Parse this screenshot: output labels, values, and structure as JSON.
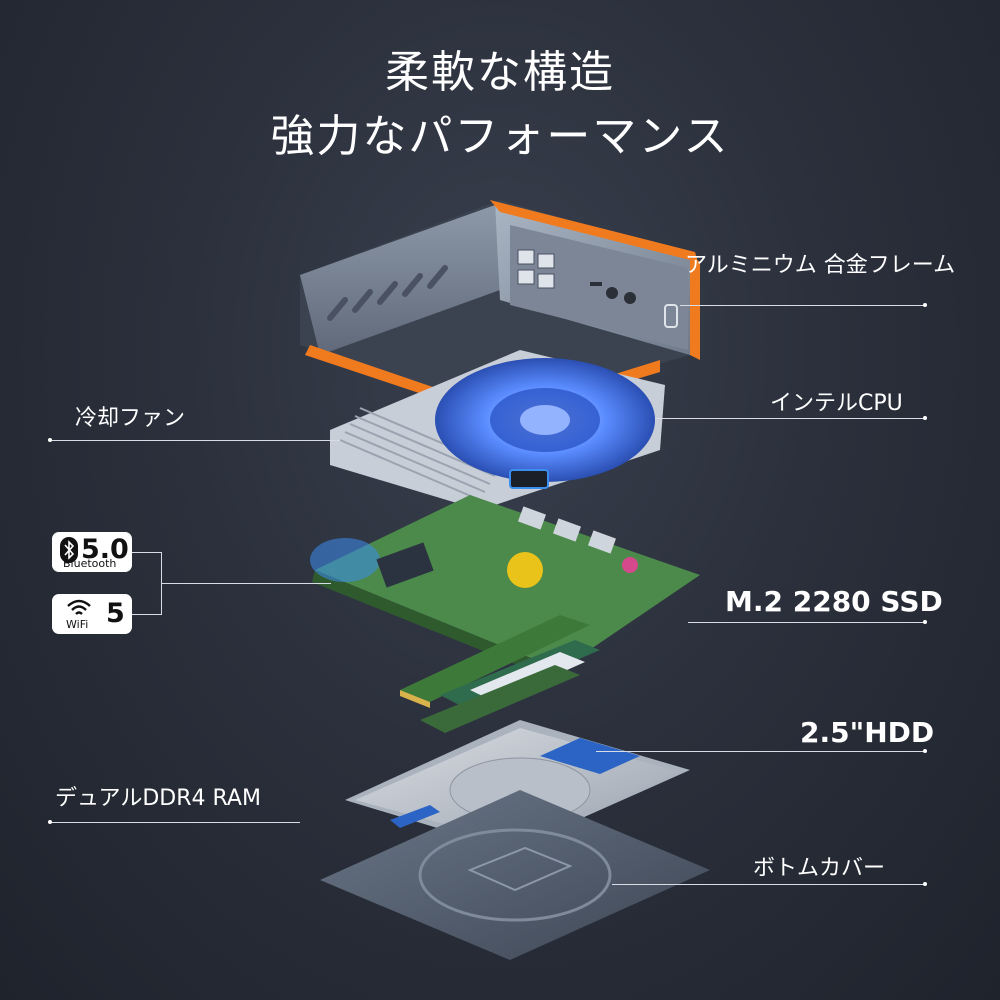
{
  "header": {
    "line1": "柔軟な構造",
    "line2": "強力なパフォーマンス"
  },
  "callouts": {
    "frame": "アルミニウム 合金フレーム",
    "fan": "冷却ファン",
    "cpu": "インテルCPU",
    "ssd": "M.2 2280 SSD",
    "hdd": "2.5\"HDD",
    "ram": "デュアルDDR4 RAM",
    "cover": "ボトムカバー"
  },
  "badges": {
    "bluetooth": {
      "value": "5.0",
      "label": "Bluetooth",
      "icon": "bluetooth-icon"
    },
    "wifi": {
      "value": "5",
      "label": "WiFi",
      "icon": "wifi-icon"
    }
  },
  "colors": {
    "accent": "#f07a1e",
    "casing": "#8a96a6",
    "fan_glow": "#5a8cff",
    "pcb": "#4b8a4a"
  }
}
